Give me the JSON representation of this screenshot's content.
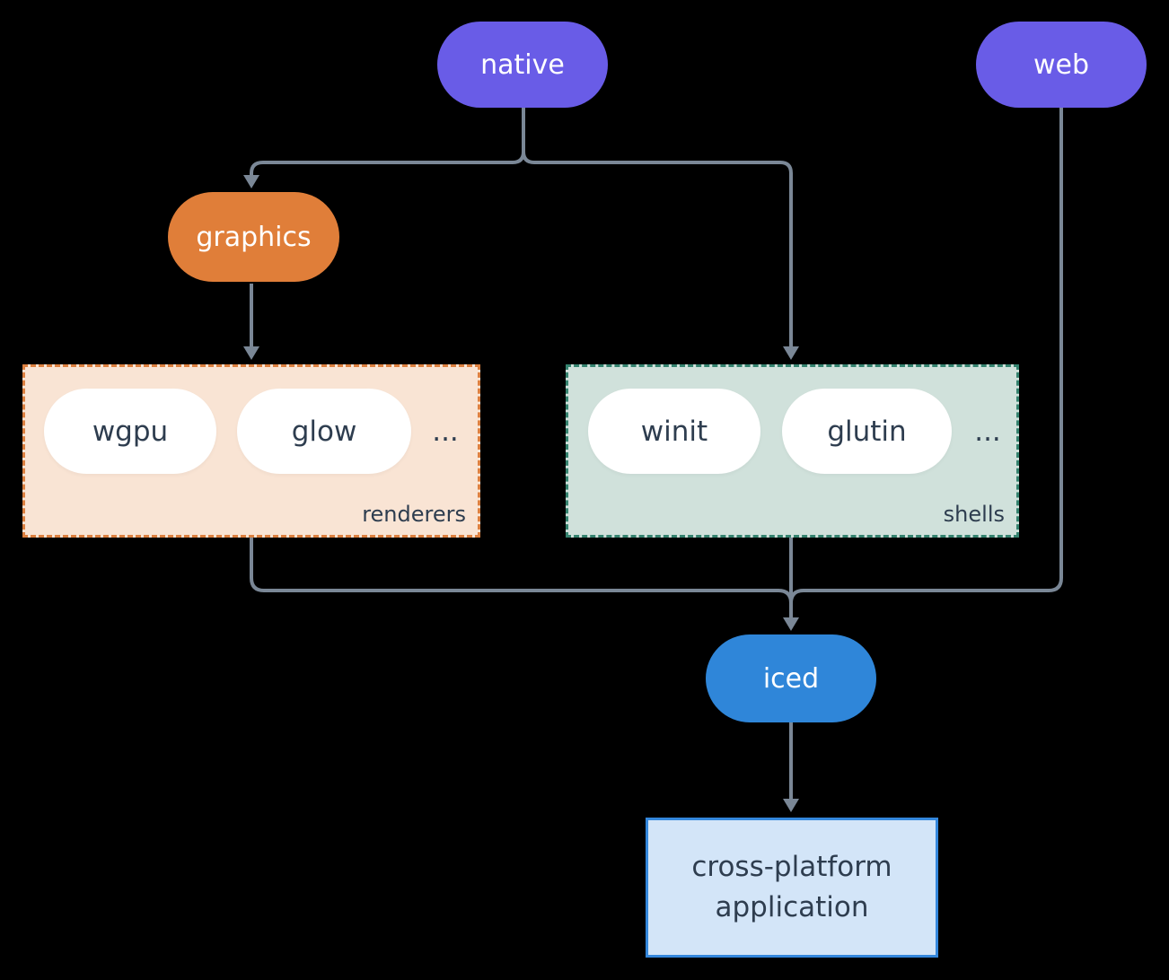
{
  "diagram": {
    "nodes": {
      "native": {
        "label": "native",
        "fill": "#695ce7"
      },
      "web": {
        "label": "web",
        "fill": "#695ce7"
      },
      "graphics": {
        "label": "graphics",
        "fill": "#e07e39"
      },
      "iced": {
        "label": "iced",
        "fill": "#2f86d9"
      },
      "application": {
        "line1": "cross-platform",
        "line2": "application",
        "fill": "#d3e5f8",
        "border": "#3487dc"
      }
    },
    "groups": {
      "renderers": {
        "label": "renderers",
        "items": [
          "wgpu",
          "glow"
        ],
        "ellipsis": "...",
        "fill": "#f9e4d4",
        "border": "#dc8040"
      },
      "shells": {
        "label": "shells",
        "items": [
          "winit",
          "glutin"
        ],
        "ellipsis": "...",
        "fill": "#d0e1db",
        "border": "#35836f"
      }
    },
    "colors": {
      "background": "#000000",
      "edge": "#7a8796",
      "node_text": "#ffffff",
      "dark_text": "#2e3d4f",
      "inner_pill_fill": "#ffffff"
    }
  }
}
